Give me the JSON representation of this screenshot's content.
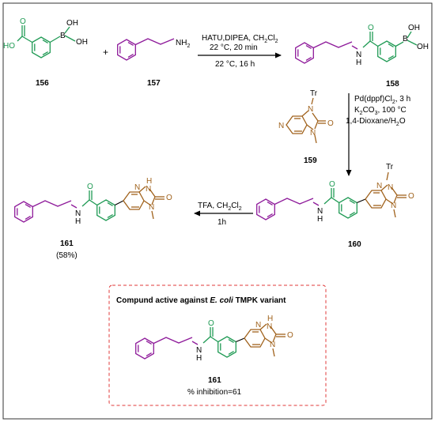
{
  "colors": {
    "boronic_acid_fragment": "#1f9a54",
    "amine_fragment": "#8e1a9a",
    "imidazopyridinone_fragment": "#a0621c",
    "box_border": "#e03a3a"
  },
  "compounds": {
    "c156": "156",
    "c157": "157",
    "c158": "158",
    "c159": "159",
    "c160": "160",
    "c161": "161",
    "c161_yield": "(58%)"
  },
  "atoms": {
    "HO": "HO",
    "O": "O",
    "B": "B",
    "OH": "OH",
    "NH2": "NH",
    "NH2_sub": "2",
    "H": "H",
    "N": "N",
    "Tr": "Tr",
    "plus": "+"
  },
  "conditions": {
    "step1_line1": "HATU,DIPEA, CH",
    "step1_line1_tail": "Cl",
    "step1_sub": "2",
    "step1_line2": "22 °C, 20 min",
    "step1_line3": "22 °C, 16 h",
    "step2_line1": "Pd(dppf)Cl",
    "step2_line1_tail": ", 3 h",
    "step2_line2": "K",
    "step2_line2_mid": "CO",
    "step2_line2_tail": ", 100 °C",
    "step2_line3": "1,4-Dioxane/H",
    "step2_line3_tail": "O",
    "step3_line1": "TFA, CH",
    "step3_line1_tail": "Cl",
    "step3_line2": "1h",
    "sub2": "2",
    "sub3": "3"
  },
  "highlight_box": {
    "title_part1": "Compund active against ",
    "title_organism": "E. coli",
    "title_part2": " TMPK variant",
    "inhibition": "% inhibition=61"
  }
}
